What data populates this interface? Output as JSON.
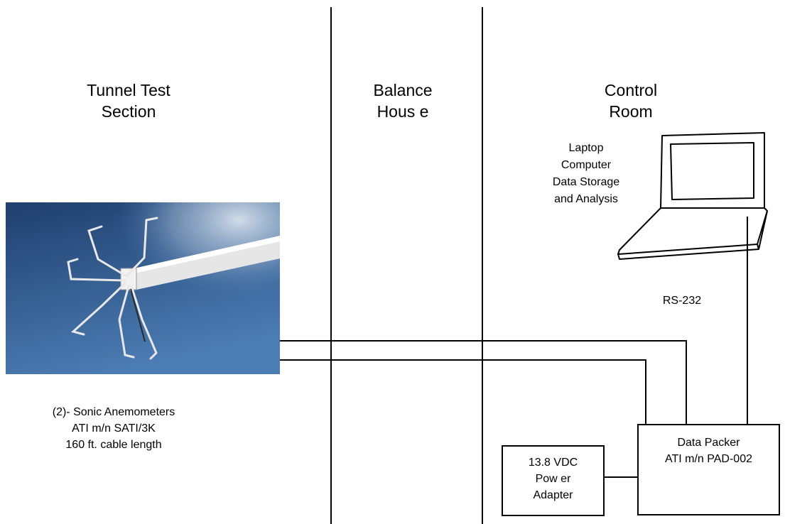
{
  "sections": {
    "tunnel": [
      "Tunnel  Test",
      "Section"
    ],
    "balance": [
      "Balance",
      "Hous e"
    ],
    "control": [
      "Control",
      "Room"
    ]
  },
  "laptop_label": [
    "Laptop",
    "Computer",
    "Data Storage",
    "and Analysis"
  ],
  "rs232_label": "RS-232",
  "sensor_label": [
    "(2)- Sonic Anemometers",
    "ATI m/n SATI/3K",
    "160 ft. cable length"
  ],
  "data_packer_label": [
    "Data Packer",
    "ATI m/n PAD-002"
  ],
  "power_adapter_label": [
    "13.8 VDC",
    "Pow er",
    "Adapter"
  ],
  "colors": {
    "line": "#000000",
    "sky_top": "#1f3f6e",
    "sky_bottom": "#4b7cb3",
    "cloud": "#d9e3ee",
    "probe": "#e6e6e6"
  }
}
